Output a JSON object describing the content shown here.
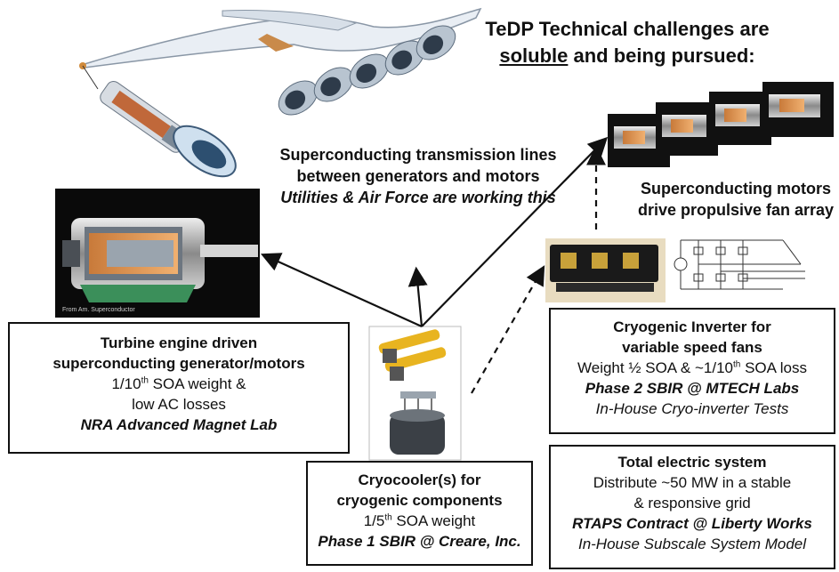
{
  "title": {
    "line1": "TeDP Technical challenges are",
    "underlined": "soluble",
    "line2_rest": " and being pursued:"
  },
  "transmission": {
    "line1": "Superconducting transmission lines",
    "line2": "between generators and motors",
    "line3": "Utilities & Air Force are working this"
  },
  "motors_caption": {
    "line1": "Superconducting motors",
    "line2": "drive propulsive fan array"
  },
  "generator_box": {
    "line1": "Turbine engine driven",
    "line2": "superconducting generator/motors",
    "line3_pre": "1/10",
    "line3_sup": "th",
    "line3_post": " SOA weight &",
    "line4": "low AC losses",
    "line5": "NRA Advanced Magnet Lab"
  },
  "inverter_box": {
    "line1": "Cryogenic Inverter for",
    "line2": "variable speed fans",
    "line3_pre": "Weight ½ SOA & ~1/10",
    "line3_sup": "th",
    "line3_post": " SOA loss",
    "line4": "Phase 2 SBIR @ MTECH Labs",
    "line5": "In-House Cryo-inverter Tests"
  },
  "cryocooler_box": {
    "line1": "Cryocooler(s) for",
    "line2": "cryogenic components",
    "line3_pre": "1/5",
    "line3_sup": "th",
    "line3_post": " SOA weight",
    "line4": "Phase 1 SBIR @ Creare, Inc."
  },
  "system_box": {
    "line1": "Total electric system",
    "line2": "Distribute ~50 MW in a stable",
    "line3": "& responsive grid",
    "line4": "RTAPS Contract @ Liberty Works",
    "line5": "In-House Subscale System Model"
  },
  "generator_image_credit": "From Am. Superconductor",
  "colors": {
    "ink": "#111111",
    "aircraft": "#e9eef4",
    "engine": "#c9d3de"
  }
}
